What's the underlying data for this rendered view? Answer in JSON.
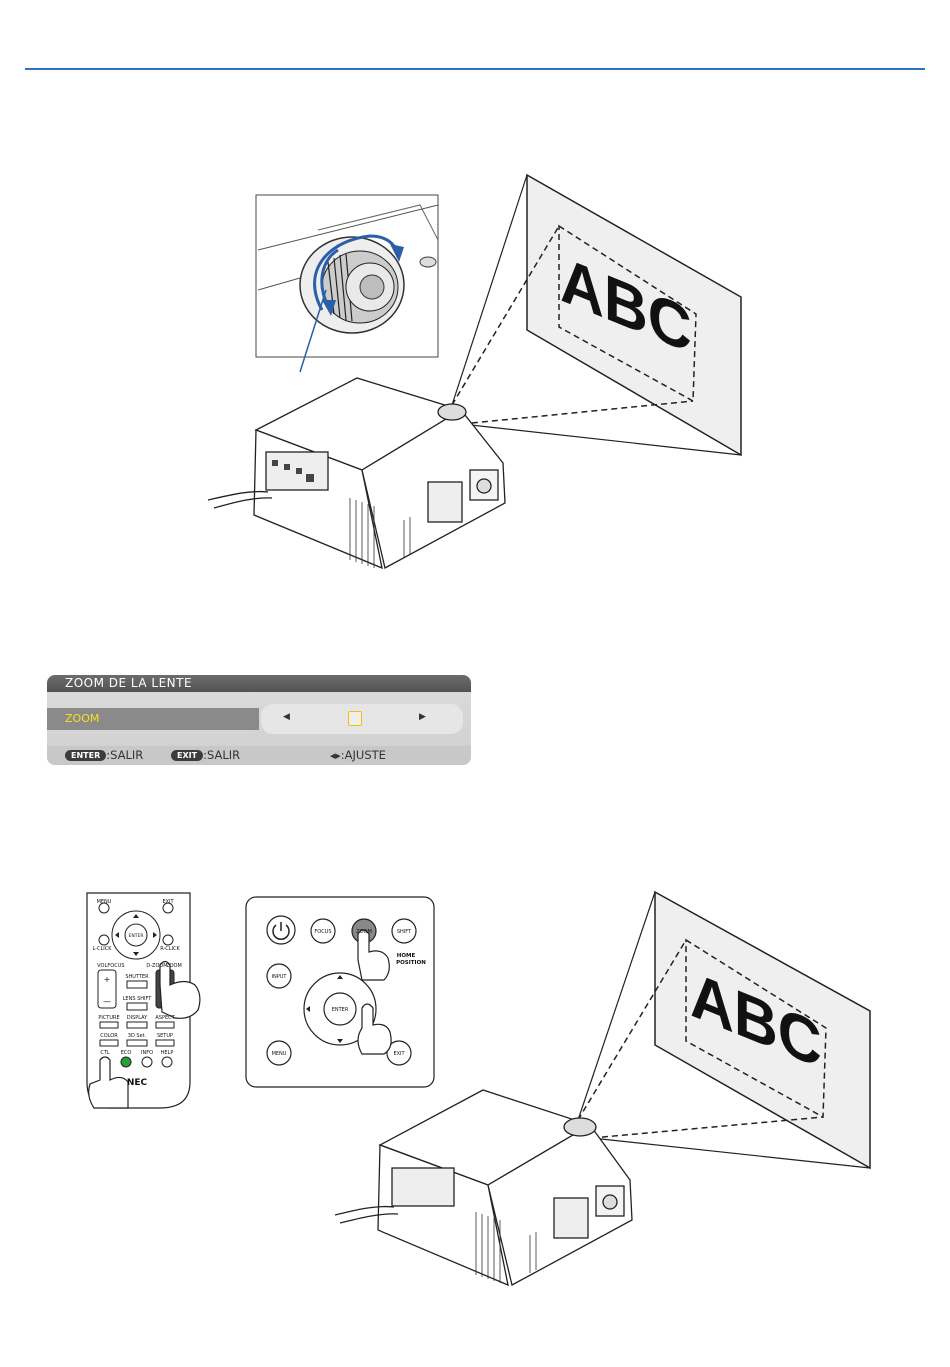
{
  "screen_text": "ABC",
  "osd": {
    "title": "ZOOM DE LA LENTE",
    "row_label": "ZOOM",
    "arrow_left": "◀",
    "arrow_right": "▶",
    "enter_key": "ENTER",
    "enter_action": ":SALIR",
    "exit_key": "EXIT",
    "exit_action": ":SALIR",
    "adjust_icon": "◀▶",
    "adjust_action": ":AJUSTE"
  },
  "remote": {
    "menu": "MENU",
    "exit": "EXIT",
    "enter": "ENTER",
    "lclick": "L-CLICK",
    "rclick": "R-CLICK",
    "vol": "VOL.",
    "vol_focus": "FOCUS",
    "dzoom": "D-ZOOM",
    "dzoom_zoom": "ZOOM",
    "shutter": "SHUTTER",
    "lens_shift": "LENS SHIFT",
    "plus": "+",
    "minus": "—",
    "picture": "PICTURE",
    "display": "DISPLAY",
    "aspect": "ASPECT",
    "color": "COLOR",
    "3dset": "3D Set.",
    "setup": "SETUP",
    "ctl": "CTL",
    "eco": "ECO",
    "info": "INFO",
    "help": "HELP",
    "brand": "NEC"
  },
  "panel": {
    "focus": "FOCUS",
    "zoom": "ZOOM",
    "shift": "SHIFT",
    "input": "INPUT",
    "enter": "ENTER",
    "menu": "MENU",
    "exit": "EXIT",
    "home": "HOME",
    "position": "POSITION"
  }
}
